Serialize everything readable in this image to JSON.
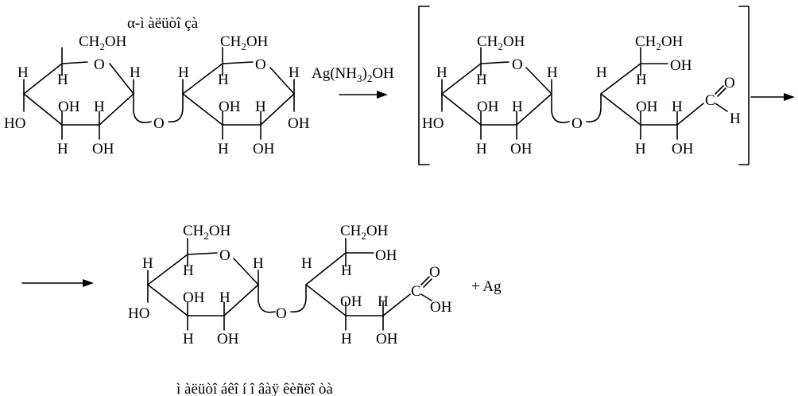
{
  "captions": {
    "top_label": "α-ì àëüòî çà",
    "bottom_label": "ì àëüòî áêî í î âàÿ êèñëî òà"
  },
  "reagent": {
    "text": "Ag(NH",
    "sub": "3",
    "close": ")",
    "sub2": "2",
    "tail": "OH"
  },
  "product_extra": "+ Ag",
  "atoms": {
    "H": "H",
    "OH": "OH",
    "HO": "HO",
    "O": "O",
    "C": "C",
    "CH": "CH",
    "two": "2",
    "ch_oh": "OH"
  }
}
